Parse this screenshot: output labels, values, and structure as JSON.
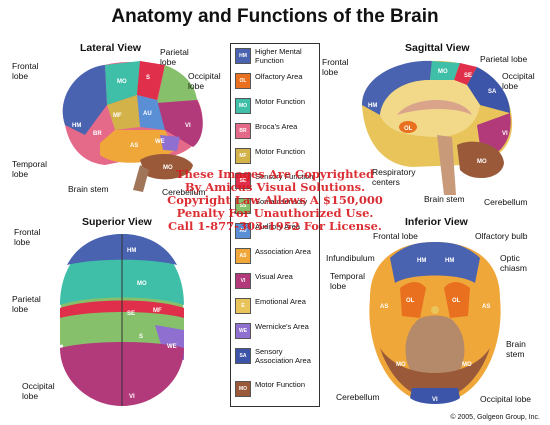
{
  "title": "Anatomy and Functions of the Brain",
  "views": {
    "lateral": "Lateral View",
    "sagittal": "Sagittal View",
    "superior": "Superior View",
    "inferior": "Inferior View"
  },
  "legend": [
    {
      "abbr": "HM",
      "label": "Higher Mental Function",
      "color": "#4a63b0"
    },
    {
      "abbr": "OL",
      "label": "Olfactory Area",
      "color": "#e8701f"
    },
    {
      "abbr": "MO",
      "label": "Motor Function",
      "color": "#3fbfa8"
    },
    {
      "abbr": "BR",
      "label": "Broca's Area",
      "color": "#e56a8a"
    },
    {
      "abbr": "MF",
      "label": "Motor Function",
      "color": "#d4b24a"
    },
    {
      "abbr": "SE",
      "label": "Sensory Function",
      "color": "#e02f4a"
    },
    {
      "abbr": "SS",
      "label": "Somatosensory",
      "color": "#86c06a"
    },
    {
      "abbr": "AU",
      "label": "Auditory Area",
      "color": "#5a8fd6"
    },
    {
      "abbr": "AS",
      "label": "Association Area",
      "color": "#f0a73a"
    },
    {
      "abbr": "VI",
      "label": "Visual Area",
      "color": "#b23a7a"
    },
    {
      "abbr": "E",
      "label": "Emotional Area",
      "color": "#e8c45a"
    },
    {
      "abbr": "WE",
      "label": "Wernicke's Area",
      "color": "#8f6fd0"
    },
    {
      "abbr": "SA",
      "label": "Sensory Association Area",
      "color": "#3d55a8"
    },
    {
      "abbr": "MO",
      "label": "Motor Function",
      "color": "#9a5a3a"
    }
  ],
  "labels": {
    "lateral": {
      "frontal": "Frontal lobe",
      "parietal": "Parietal lobe",
      "occipital": "Occipital lobe",
      "temporal": "Temporal lobe",
      "cerebellum": "Cerebellum",
      "brainstem": "Brain stem"
    },
    "sagittal": {
      "frontal": "Frontal lobe",
      "parietal": "Parietal lobe",
      "occipital": "Occipital lobe",
      "respiratory": "Respiratory centers",
      "brainstem": "Brain stem",
      "cerebellum": "Cerebellum"
    },
    "superior": {
      "frontal": "Frontal lobe",
      "parietal": "Parietal lobe",
      "occipital": "Occipital lobe"
    },
    "inferior": {
      "frontal": "Frontal lobe",
      "olfactory": "Olfactory bulb",
      "infundibulum": "Infundibulum",
      "optic": "Optic chiasm",
      "temporal": "Temporal lobe",
      "brainstem": "Brain stem",
      "cerebellum": "Cerebellum",
      "occipital": "Occipital lobe"
    }
  },
  "watermark": [
    "These Images Are Copyrighted",
    "By Amicus Visual Solutions.",
    "Copyright Law Allows A $150,000",
    "Penalty For Unauthorized Use.",
    "Call 1-877-303-1952 For License."
  ],
  "copyright": "© 2005, Golgeon Group, Inc."
}
